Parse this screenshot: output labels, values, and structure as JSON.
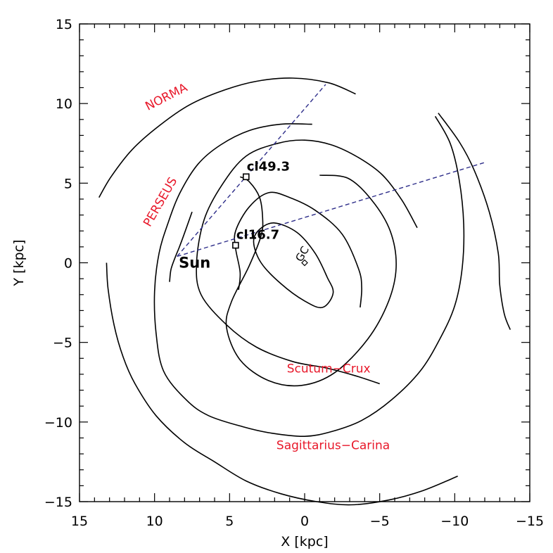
{
  "chart_data": {
    "type": "line",
    "xlabel": "X [kpc]",
    "ylabel": "Y [kpc]",
    "xlim": [
      15,
      -15
    ],
    "ylim": [
      -15,
      15
    ],
    "xticks": [
      15,
      10,
      5,
      0,
      -5,
      -10,
      -15
    ],
    "yticks": [
      15,
      10,
      5,
      0,
      -5,
      -10,
      -15
    ],
    "tick_labels": {
      "x": [
        "15",
        "10",
        "5",
        "0",
        "−5",
        "−10",
        "−15"
      ],
      "y": [
        "15",
        "10",
        "5",
        "0",
        "−5",
        "−10",
        "−15"
      ]
    },
    "grid": false,
    "line_color": "#000000",
    "arm_label_color": "#e8182a",
    "sightline_color": "#2e2e8a",
    "curves": [
      {
        "name": "inner-ellipse",
        "points": [
          [
            3.4,
            1.3
          ],
          [
            3.0,
            2.1
          ],
          [
            2.0,
            2.5
          ],
          [
            0.5,
            1.9
          ],
          [
            -0.7,
            0.6
          ],
          [
            -1.5,
            -0.9
          ],
          [
            -1.9,
            -1.9
          ],
          [
            -1.2,
            -2.8
          ],
          [
            0.0,
            -2.4
          ],
          [
            1.6,
            -1.3
          ],
          [
            2.9,
            0.0
          ],
          [
            3.4,
            1.3
          ]
        ],
        "closed": true
      },
      {
        "name": "arm-1",
        "points": [
          [
            4.4,
            -1.7
          ],
          [
            4.3,
            -0.6
          ],
          [
            4.6,
            0.9
          ],
          [
            4.6,
            2.0
          ],
          [
            3.7,
            3.5
          ],
          [
            2.4,
            4.4
          ],
          [
            1.0,
            4.1
          ],
          [
            -0.7,
            3.3
          ],
          [
            -2.5,
            1.8
          ],
          [
            -3.6,
            -0.4
          ],
          [
            -3.8,
            -1.6
          ],
          [
            -3.7,
            -2.8
          ]
        ]
      },
      {
        "name": "arm-2",
        "points": [
          [
            -1.0,
            5.5
          ],
          [
            -2.9,
            5.3
          ],
          [
            -4.5,
            3.9
          ],
          [
            -5.7,
            2.0
          ],
          [
            -6.1,
            -0.2
          ],
          [
            -5.6,
            -2.4
          ],
          [
            -4.2,
            -4.8
          ],
          [
            -2.0,
            -6.9
          ],
          [
            0.2,
            -7.7
          ],
          [
            2.4,
            -7.4
          ],
          [
            4.3,
            -6.1
          ],
          [
            5.2,
            -4.1
          ],
          [
            4.9,
            -2.5
          ],
          [
            3.7,
            -0.2
          ],
          [
            2.9,
            1.7
          ],
          [
            2.8,
            2.8
          ],
          [
            3.0,
            4.1
          ],
          [
            3.7,
            5.1
          ],
          [
            4.3,
            5.4
          ]
        ]
      },
      {
        "name": "arm-3",
        "points": [
          [
            -5.0,
            -7.6
          ],
          [
            -3.4,
            -7.1
          ],
          [
            -1.4,
            -6.6
          ],
          [
            0.8,
            -6.2
          ],
          [
            3.2,
            -5.3
          ],
          [
            5.2,
            -3.9
          ],
          [
            6.9,
            -2.0
          ],
          [
            7.2,
            0.0
          ],
          [
            6.7,
            2.7
          ],
          [
            5.5,
            4.9
          ],
          [
            3.9,
            6.7
          ],
          [
            1.8,
            7.5
          ],
          [
            0.0,
            7.7
          ],
          [
            -1.8,
            7.4
          ],
          [
            -3.6,
            6.6
          ],
          [
            -5.2,
            5.5
          ],
          [
            -6.5,
            3.9
          ],
          [
            -7.5,
            2.2
          ]
        ]
      },
      {
        "name": "arm-4",
        "points": [
          [
            -8.7,
            9.2
          ],
          [
            -9.7,
            7.5
          ],
          [
            -10.3,
            5.2
          ],
          [
            -10.6,
            2.4
          ],
          [
            -10.5,
            -0.3
          ],
          [
            -10.0,
            -2.7
          ],
          [
            -9.0,
            -4.8
          ],
          [
            -7.7,
            -6.8
          ],
          [
            -5.8,
            -8.6
          ],
          [
            -3.8,
            -9.9
          ],
          [
            -1.8,
            -10.6
          ],
          [
            0.0,
            -10.9
          ],
          [
            2.2,
            -10.7
          ],
          [
            4.1,
            -10.3
          ],
          [
            6.4,
            -9.6
          ],
          [
            7.9,
            -8.6
          ],
          [
            9.4,
            -6.8
          ],
          [
            9.9,
            -4.4
          ],
          [
            10.0,
            -1.8
          ],
          [
            9.7,
            0.6
          ],
          [
            9.1,
            2.5
          ],
          [
            8.3,
            4.4
          ],
          [
            7.1,
            6.2
          ],
          [
            5.6,
            7.4
          ],
          [
            3.7,
            8.3
          ],
          [
            1.6,
            8.7
          ],
          [
            -0.5,
            8.7
          ]
        ]
      },
      {
        "name": "arm-5",
        "points": [
          [
            13.7,
            4.1
          ],
          [
            12.9,
            5.4
          ],
          [
            11.5,
            7.1
          ],
          [
            9.7,
            8.6
          ],
          [
            7.7,
            9.9
          ],
          [
            5.5,
            10.8
          ],
          [
            3.2,
            11.4
          ],
          [
            0.8,
            11.6
          ],
          [
            -1.6,
            11.3
          ],
          [
            -3.4,
            10.6
          ]
        ]
      },
      {
        "name": "arm-6",
        "points": [
          [
            7.5,
            3.2
          ],
          [
            7.8,
            2.4
          ],
          [
            8.3,
            1.1
          ],
          [
            8.6,
            0.4
          ],
          [
            8.9,
            -0.4
          ],
          [
            9.0,
            -1.2
          ]
        ]
      },
      {
        "name": "arm-7",
        "points": [
          [
            -10.2,
            -13.4
          ],
          [
            -7.9,
            -14.3
          ],
          [
            -5.6,
            -14.9
          ],
          [
            -3.1,
            -15.2
          ],
          [
            -0.8,
            -15.0
          ],
          [
            1.6,
            -14.5
          ],
          [
            3.9,
            -13.7
          ],
          [
            6.0,
            -12.5
          ],
          [
            8.0,
            -11.3
          ],
          [
            9.9,
            -9.6
          ],
          [
            11.3,
            -7.6
          ],
          [
            12.1,
            -5.9
          ],
          [
            12.7,
            -3.9
          ],
          [
            13.1,
            -1.6
          ],
          [
            13.2,
            0.0
          ]
        ]
      },
      {
        "name": "arm-8",
        "points": [
          [
            -8.9,
            9.4
          ],
          [
            -10.3,
            7.6
          ],
          [
            -11.3,
            5.8
          ],
          [
            -12.3,
            3.2
          ],
          [
            -12.9,
            0.6
          ],
          [
            -13.0,
            -1.4
          ],
          [
            -13.3,
            -3.2
          ],
          [
            -13.7,
            -4.2
          ]
        ]
      }
    ],
    "sightlines": [
      {
        "name": "toward-cl49.3",
        "from": [
          8.5,
          0.4
        ],
        "to": [
          -1.4,
          11.2
        ]
      },
      {
        "name": "toward-cl16.7",
        "from": [
          8.5,
          0.4
        ],
        "to": [
          -12.0,
          6.3
        ]
      }
    ],
    "clusters": [
      {
        "label": "cl49.3",
        "x": 3.9,
        "y": 5.4
      },
      {
        "label": "cl16.7",
        "x": 4.6,
        "y": 1.1
      }
    ],
    "center": {
      "label": "GC",
      "x": 0.0,
      "y": 0.0
    },
    "sun": {
      "label": "Sun",
      "x": 8.5,
      "y": 0.0
    },
    "arm_labels": [
      {
        "text": "NORMA",
        "x": 9.1,
        "y": 10.2,
        "rotate": -27
      },
      {
        "text": "PERSEUS",
        "x": 9.4,
        "y": 3.7,
        "rotate": -60
      },
      {
        "text": "Scutum−Crux",
        "x": -1.6,
        "y": -6.9,
        "rotate": 0
      },
      {
        "text": "Sagittarius−Carina",
        "x": -1.9,
        "y": -11.7,
        "rotate": 0
      }
    ]
  }
}
